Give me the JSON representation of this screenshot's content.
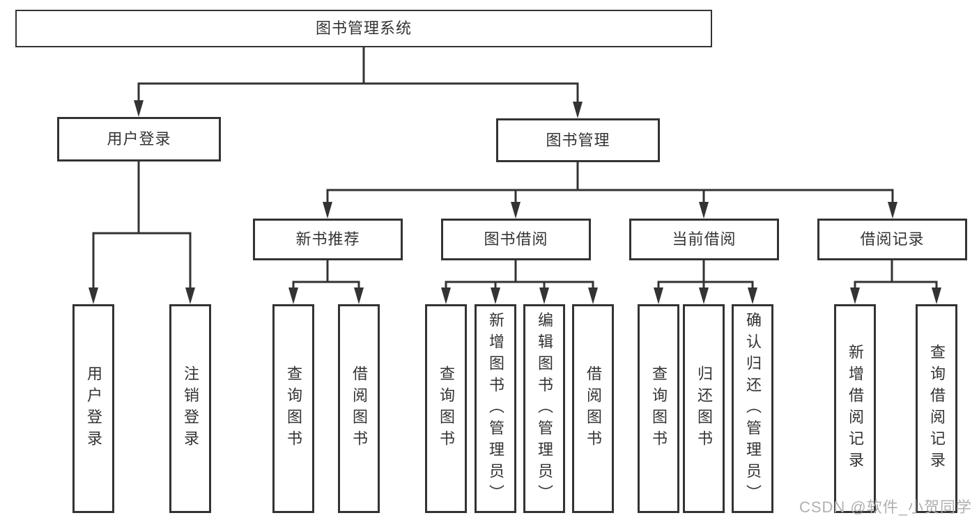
{
  "diagram": {
    "root": {
      "label": "图书管理系统"
    },
    "level2": [
      {
        "label": "用户登录"
      },
      {
        "label": "图书管理"
      }
    ],
    "level3": [
      {
        "label": "新书推荐"
      },
      {
        "label": "图书借阅"
      },
      {
        "label": "当前借阅"
      },
      {
        "label": "借阅记录"
      }
    ],
    "leaves": [
      {
        "label": "用户登录"
      },
      {
        "label": "注销登录"
      },
      {
        "label": "查询图书"
      },
      {
        "label": "借阅图书"
      },
      {
        "label": "查询图书"
      },
      {
        "label": "新增图书（管理员）"
      },
      {
        "label": "编辑图书（管理员）"
      },
      {
        "label": "借阅图书"
      },
      {
        "label": "查询图书"
      },
      {
        "label": "归还图书"
      },
      {
        "label": "确认归还（管理员）"
      },
      {
        "label": "新增借阅记录"
      },
      {
        "label": "查询借阅记录"
      }
    ],
    "colors": {
      "line": "#333333",
      "text": "#333333",
      "box_background": "#ffffff",
      "watermark": "#b0b0b0"
    }
  },
  "watermark": {
    "text": "CSDN @软件_小贺同学"
  }
}
